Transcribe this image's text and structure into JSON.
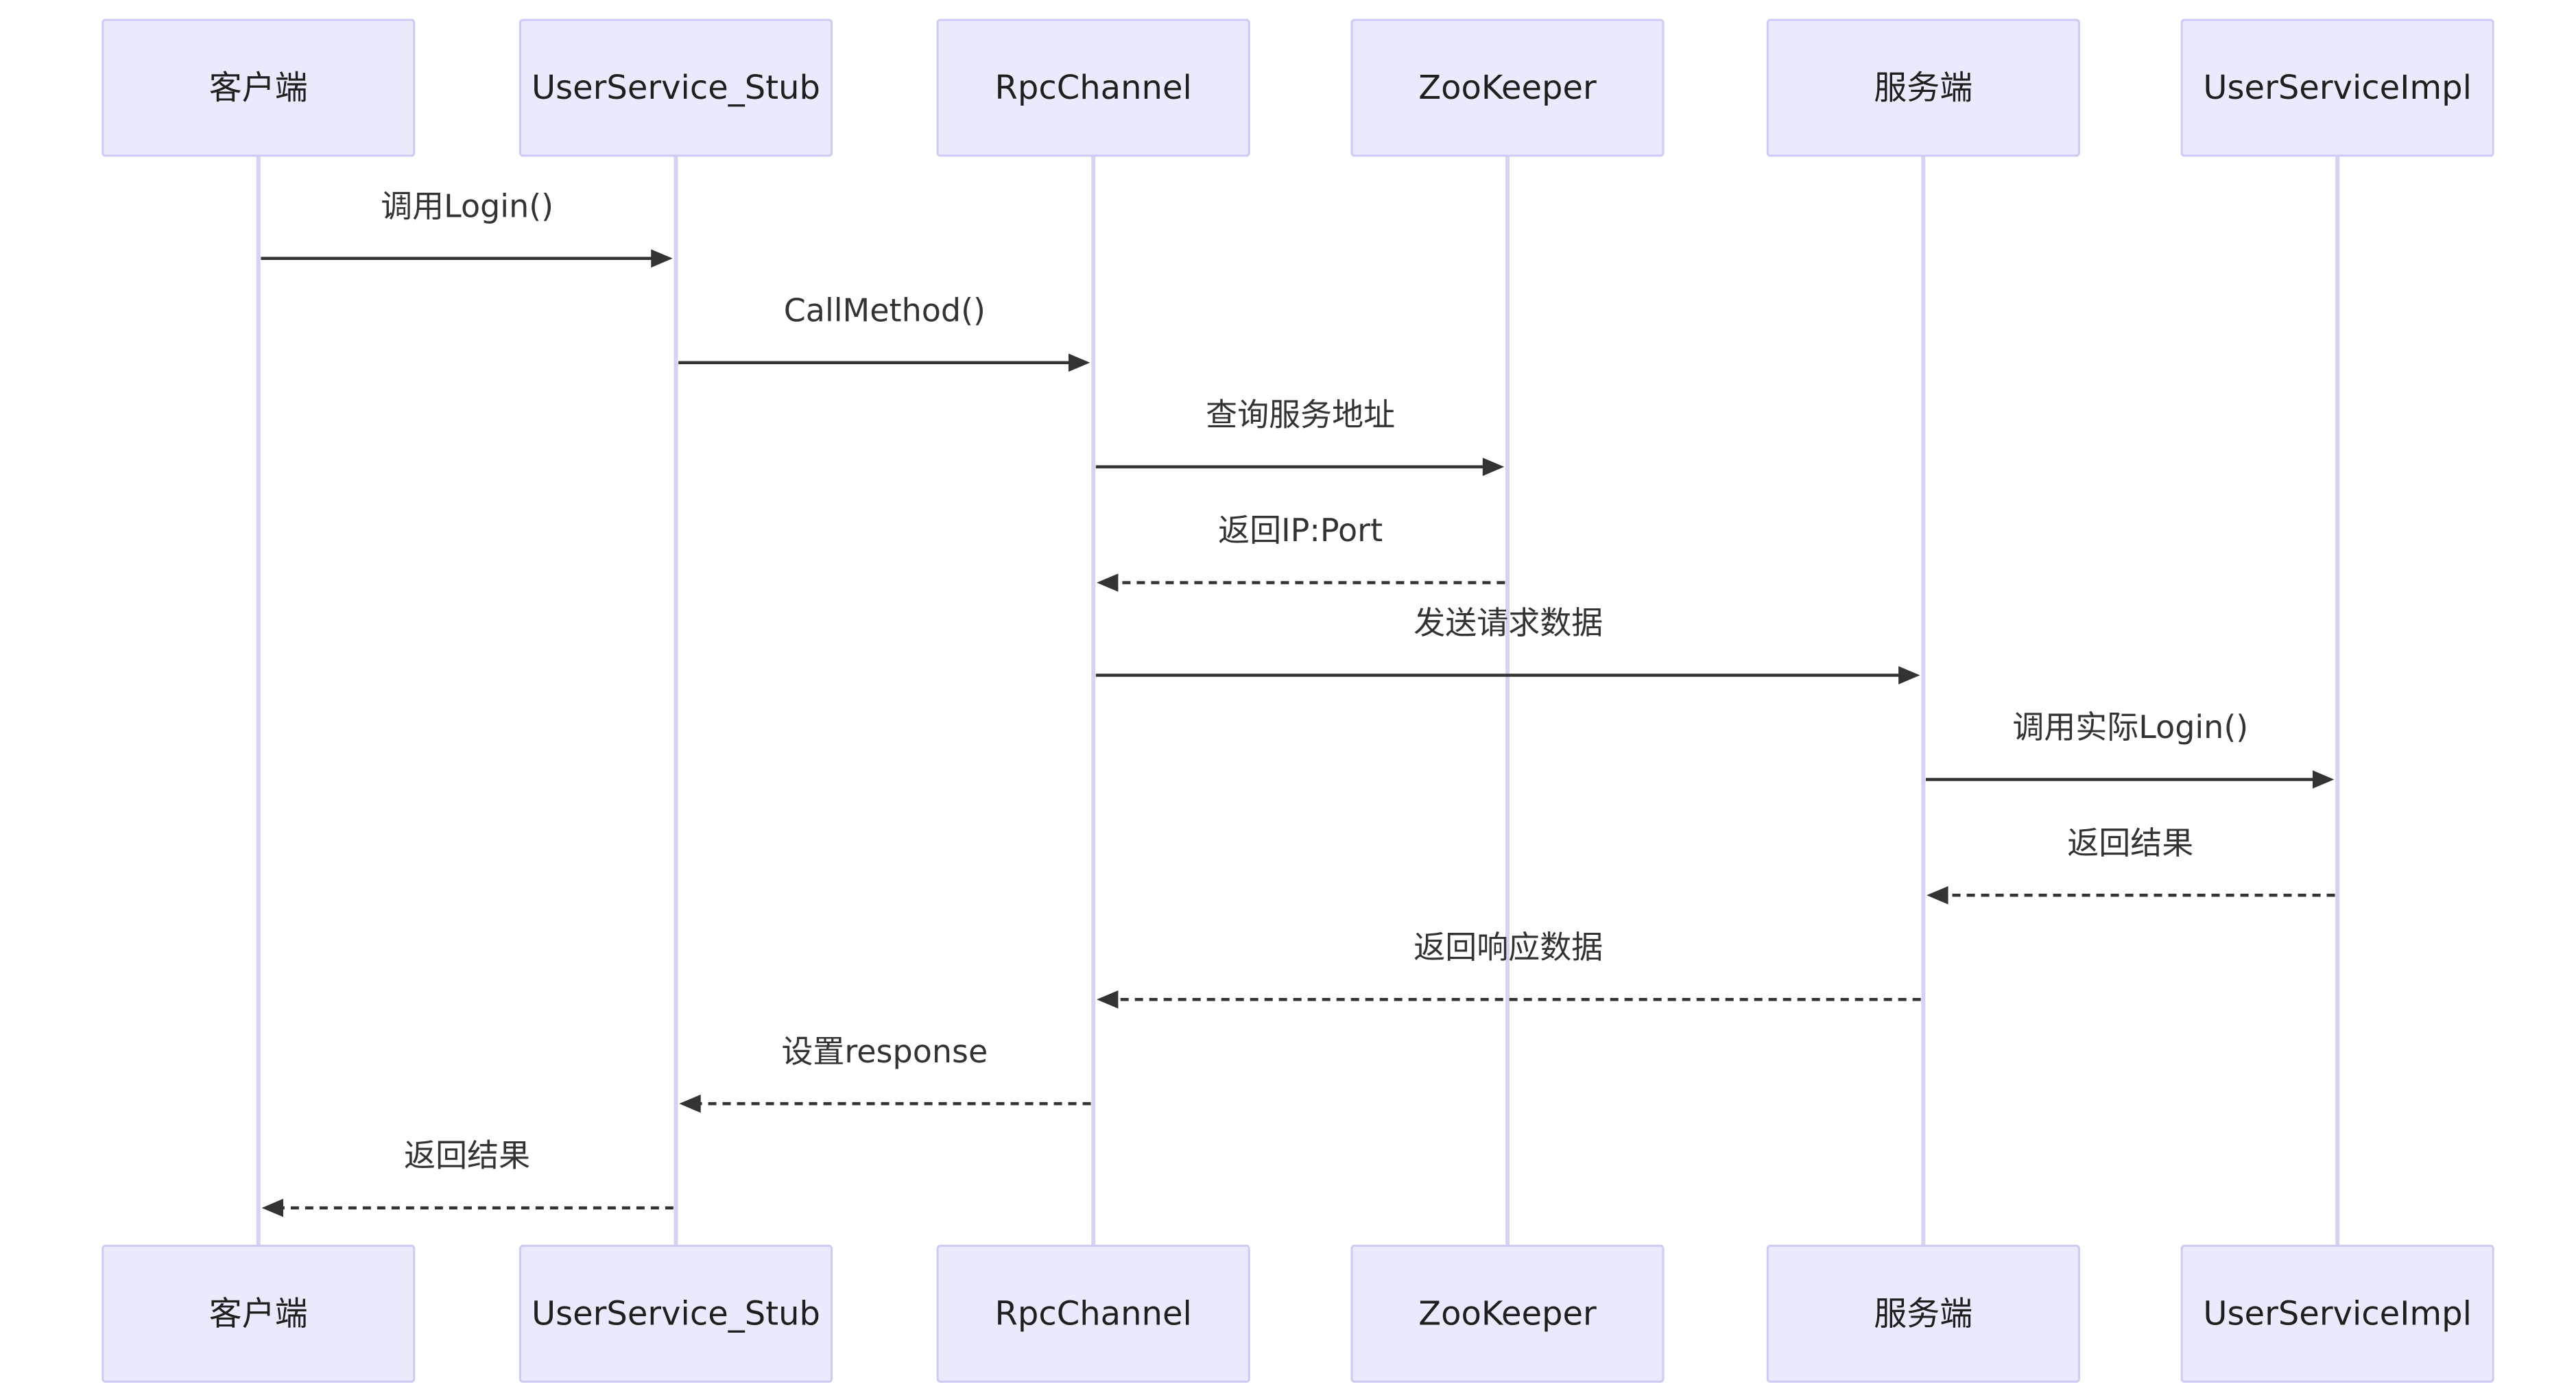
{
  "participants": [
    {
      "id": "client",
      "label": "客户端"
    },
    {
      "id": "stub",
      "label": "UserService_Stub"
    },
    {
      "id": "channel",
      "label": "RpcChannel"
    },
    {
      "id": "zk",
      "label": "ZooKeeper"
    },
    {
      "id": "server",
      "label": "服务端"
    },
    {
      "id": "impl",
      "label": "UserServiceImpl"
    }
  ],
  "messages": [
    {
      "from": "client",
      "to": "stub",
      "label": "调用Login()",
      "style": "solid"
    },
    {
      "from": "stub",
      "to": "channel",
      "label": "CallMethod()",
      "style": "solid"
    },
    {
      "from": "channel",
      "to": "zk",
      "label": "查询服务地址",
      "style": "solid"
    },
    {
      "from": "zk",
      "to": "channel",
      "label": "返回IP:Port",
      "style": "dashed"
    },
    {
      "from": "channel",
      "to": "server",
      "label": "发送请求数据",
      "style": "solid"
    },
    {
      "from": "server",
      "to": "impl",
      "label": "调用实际Login()",
      "style": "solid"
    },
    {
      "from": "impl",
      "to": "server",
      "label": "返回结果",
      "style": "dashed"
    },
    {
      "from": "server",
      "to": "channel",
      "label": "返回响应数据",
      "style": "dashed"
    },
    {
      "from": "channel",
      "to": "stub",
      "label": "设置response",
      "style": "dashed"
    },
    {
      "from": "stub",
      "to": "client",
      "label": "返回结果",
      "style": "dashed"
    }
  ]
}
